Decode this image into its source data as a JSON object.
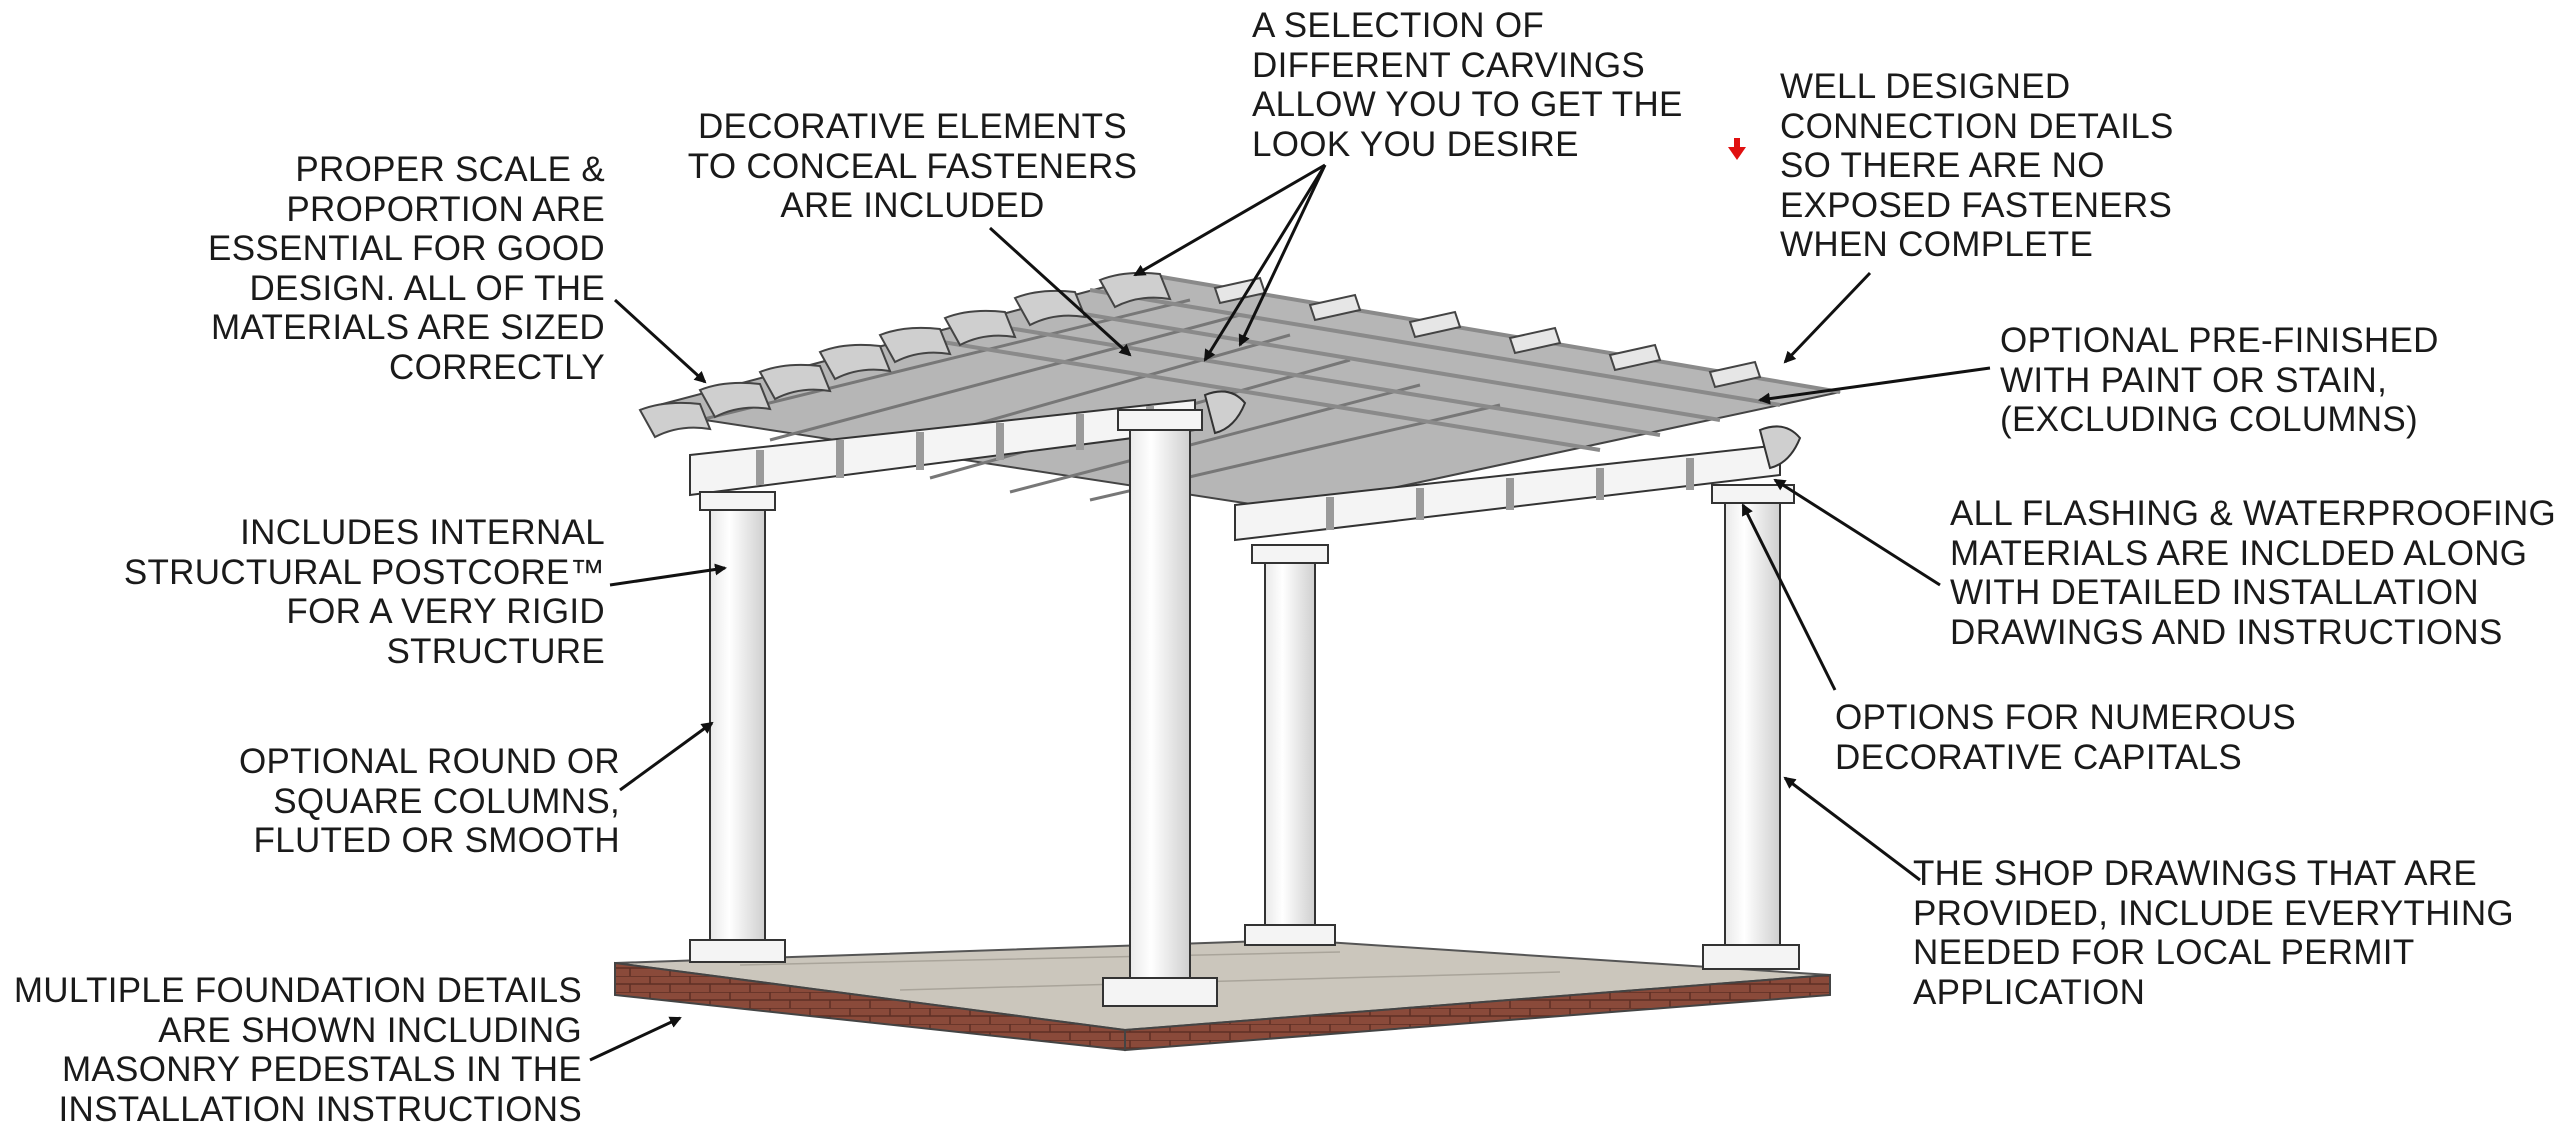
{
  "callouts": {
    "carvings": "A SELECTION OF\nDIFFERENT CARVINGS\nALLOW YOU TO GET THE\nLOOK YOU DESIRE",
    "decorative": "DECORATIVE ELEMENTS\nTO CONCEAL FASTENERS\nARE INCLUDED",
    "scale": "PROPER SCALE &\nPROPORTION ARE\nESSENTIAL FOR GOOD\nDESIGN. ALL OF THE\nMATERIALS ARE SIZED\nCORRECTLY",
    "connection": "WELL DESIGNED\nCONNECTION DETAILS\nSO THERE ARE NO\nEXPOSED FASTENERS\nWHEN COMPLETE",
    "prefinished": "OPTIONAL PRE-FINISHED\nWITH PAINT OR STAIN,\n(EXCLUDING COLUMNS)",
    "flashing": "ALL FLASHING & WATERPROOFING\nMATERIALS ARE INCLDED ALONG\nWITH DETAILED INSTALLATION\nDRAWINGS AND INSTRUCTIONS",
    "postcore": "INCLUDES INTERNAL\nSTRUCTURAL POSTCORE™\nFOR A VERY RIGID\nSTRUCTURE",
    "capitals": "OPTIONS FOR NUMEROUS\nDECORATIVE CAPITALS",
    "columns": "OPTIONAL ROUND OR\nSQUARE COLUMNS,\nFLUTED OR SMOOTH",
    "shopdrawings": "THE SHOP DRAWINGS THAT ARE\nPROVIDED, INCLUDE EVERYTHING\nNEEDED FOR LOCAL PERMIT\nAPPLICATION",
    "foundation": "MULTIPLE FOUNDATION DETAILS\nARE SHOWN INCLUDING\nMASONRY PEDESTALS IN THE\nINSTALLATION INSTRUCTIONS"
  },
  "colors": {
    "ink": "#1a1a1a",
    "brick": "#8a4a3a",
    "slab": "#c9c4bb",
    "structure": "#f2f2f2",
    "shade": "#9a9a9a",
    "marker": "#e01010"
  },
  "icons": {
    "marker": "red-down-arrow-icon"
  }
}
